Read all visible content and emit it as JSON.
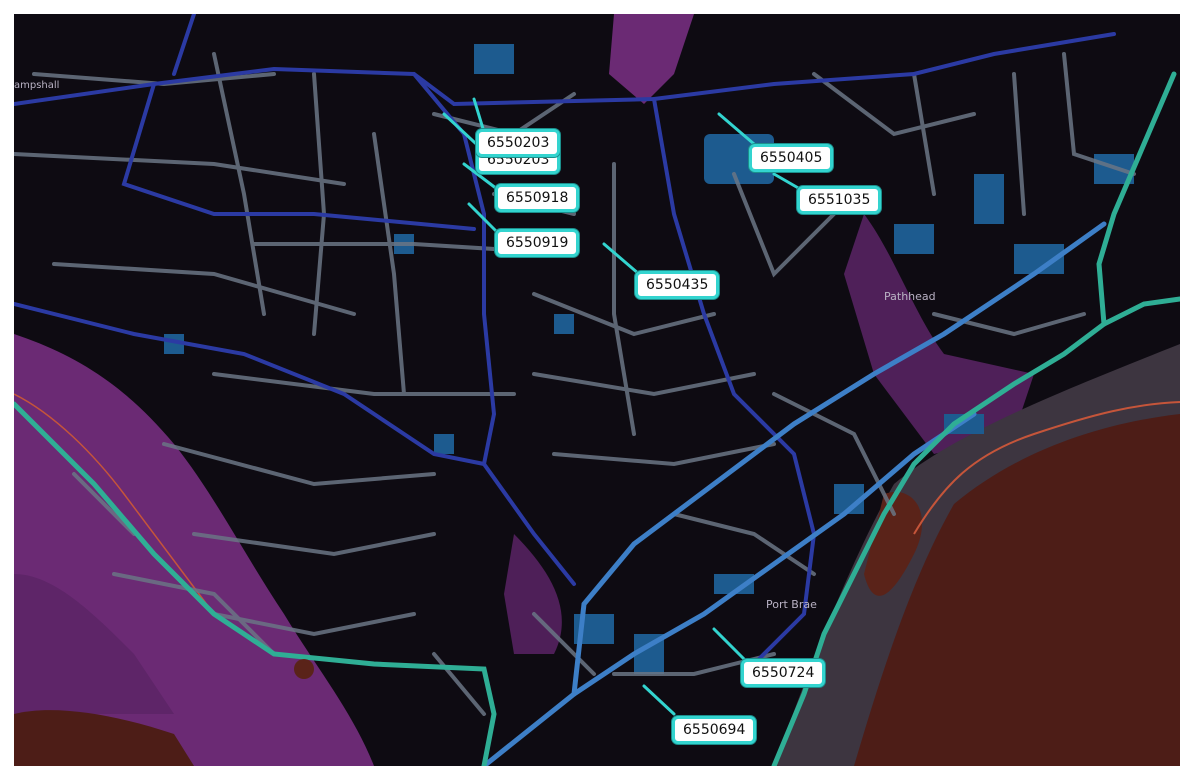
{
  "map": {
    "colors": {
      "background": "#0e0b12",
      "land_purple": "#6b2a74",
      "sea": "#4d1d17",
      "mudflat": "#3d3540",
      "main_road": "#2b3aa3",
      "secondary_road": "#3d7fc7",
      "coastal_path": "#2fae95",
      "street": "#6a7585",
      "building": "#1d5b8f",
      "callout_border": "#33d4cf"
    },
    "place_labels": {
      "penhead": "Pathhead",
      "portbrae": "Port Brae",
      "westmost": "ampshall"
    },
    "callouts": [
      {
        "id": "c1",
        "label": "6550203"
      },
      {
        "id": "c2",
        "label": "6550203"
      },
      {
        "id": "c3",
        "label": "6550918"
      },
      {
        "id": "c4",
        "label": "6550919"
      },
      {
        "id": "c5",
        "label": "6550405"
      },
      {
        "id": "c6",
        "label": "6551035"
      },
      {
        "id": "c7",
        "label": "6550435"
      },
      {
        "id": "c8",
        "label": "6550724"
      },
      {
        "id": "c9",
        "label": "6550694"
      }
    ]
  }
}
